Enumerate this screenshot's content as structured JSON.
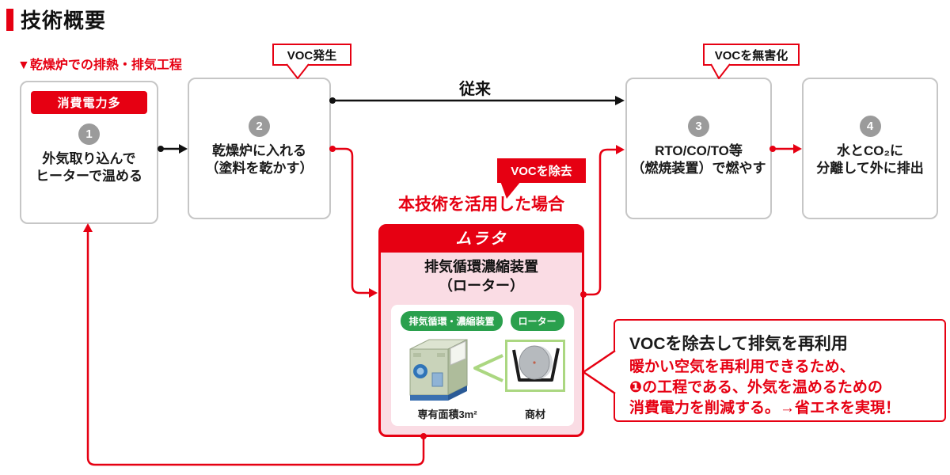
{
  "title": "技術概要",
  "section_label": "▼乾燥炉での排熱・排気工程",
  "conventional_label": "従来",
  "steps": [
    {
      "number": "1",
      "badge": "消費電力多",
      "line1": "外気取り込んで",
      "line2": "ヒーターで温める"
    },
    {
      "number": "2",
      "callout": "VOC発生",
      "line1": "乾燥炉に入れる",
      "line2": "（塗料を乾かす）"
    },
    {
      "number": "3",
      "callout": "VOCを無害化",
      "line1": "RTO/CO/TO等",
      "line2": "（燃焼装置）で燃やす"
    },
    {
      "number": "4",
      "line1": "水とCO₂に",
      "line2": "分離して外に排出"
    }
  ],
  "murata": {
    "case_label": "本技術を活用した場合",
    "remove_callout": "VOCを除去",
    "brand": "ムラタ",
    "device_line1": "排気循環濃縮装置",
    "device_line2": "（ローター）",
    "badge_device": "排気循環・濃縮装置",
    "badge_rotor": "ローター",
    "caption_device": "専有面積3m²",
    "caption_rotor": "商材"
  },
  "note": {
    "title": "VOCを除去して排気を再利用",
    "line1": "暖かい空気を再利用できるため、",
    "line2": "❶の工程である、外気を温めるための",
    "line3": "消費電力を削減する。→省エネを実現！"
  },
  "colors": {
    "brand_red": "#e60012",
    "step_circle_gray": "#9b9b9b",
    "murata_pink": "#fadce4",
    "badge_green": "#2aa04d",
    "rotor_frame_green": "#abd781"
  }
}
